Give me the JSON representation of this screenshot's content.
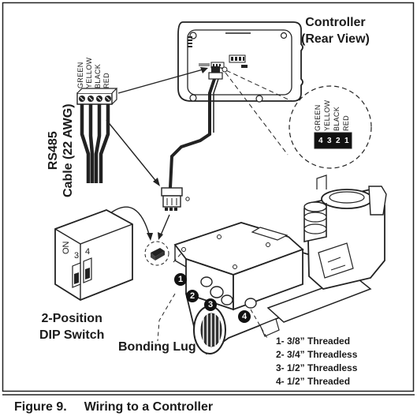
{
  "figure": {
    "caption_number": "Figure 9.",
    "caption_title": "Wiring to a Controller"
  },
  "controller": {
    "title_line1": "Controller",
    "title_line2": "(Rear View)"
  },
  "cable": {
    "label_line1": "RS485",
    "label_line2": "Cable (22 AWG)",
    "wires": [
      "GREEN",
      "YELLOW",
      "BLACK",
      "RED"
    ]
  },
  "terminal_detail": {
    "wires": [
      "GREEN",
      "YELLOW",
      "BLACK",
      "RED"
    ],
    "pins": [
      "4",
      "3",
      "2",
      "1"
    ]
  },
  "dip_switch": {
    "label_line1": "2-Position",
    "label_line2": "DIP Switch",
    "on_text": "ON",
    "positions": [
      "3",
      "4"
    ]
  },
  "bonding_lug": {
    "label": "Bonding Lug"
  },
  "ports": {
    "markers": [
      "1",
      "2",
      "3",
      "4"
    ],
    "legend": [
      "1- 3/8” Threaded",
      "2- 3/4” Threadless",
      "3- 1/2” Threadless",
      "4- 1/2” Threaded"
    ]
  }
}
